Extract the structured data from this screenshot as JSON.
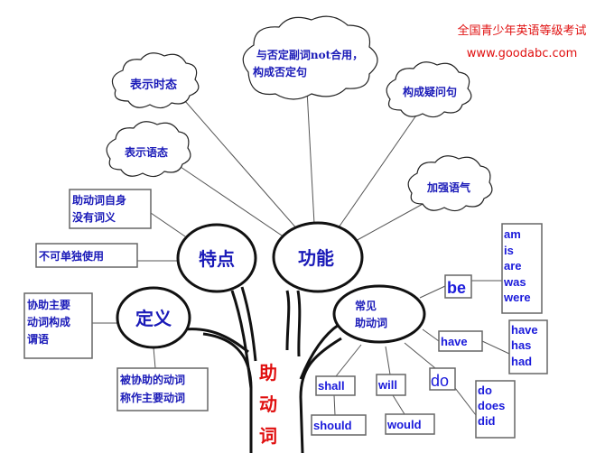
{
  "watermark": {
    "line1": "全国青少年英语等级考试",
    "line2": "www.goodabc.com"
  },
  "root": {
    "chars": [
      "助",
      "动",
      "词"
    ]
  },
  "features": {
    "label": "特点",
    "items": [
      [
        "助动词自身",
        "没有词义"
      ],
      [
        "不可单独使用"
      ]
    ]
  },
  "definition": {
    "label": "定义",
    "items": [
      [
        "协助主要",
        "动词构成",
        "谓语"
      ],
      [
        "被协助的动词",
        "称作主要动词"
      ]
    ]
  },
  "functions": {
    "label": "功能",
    "items": [
      [
        "表示时态"
      ],
      [
        "与否定副词not合用，",
        "构成否定句"
      ],
      [
        "构成疑问句"
      ],
      [
        "表示语态"
      ],
      [
        "加强语气"
      ]
    ]
  },
  "common": {
    "label": [
      "常见",
      "助动词"
    ],
    "be": {
      "label": "be",
      "forms": [
        "am",
        "is",
        "are",
        "was",
        "were"
      ]
    },
    "have": {
      "label": "have",
      "forms": [
        "have",
        "has",
        "had"
      ]
    },
    "do": {
      "label": "do",
      "forms": [
        "do",
        "does",
        "did"
      ]
    },
    "shall": {
      "label": "shall",
      "forms": [
        "should"
      ]
    },
    "will": {
      "label": "will",
      "forms": [
        "would"
      ]
    }
  }
}
